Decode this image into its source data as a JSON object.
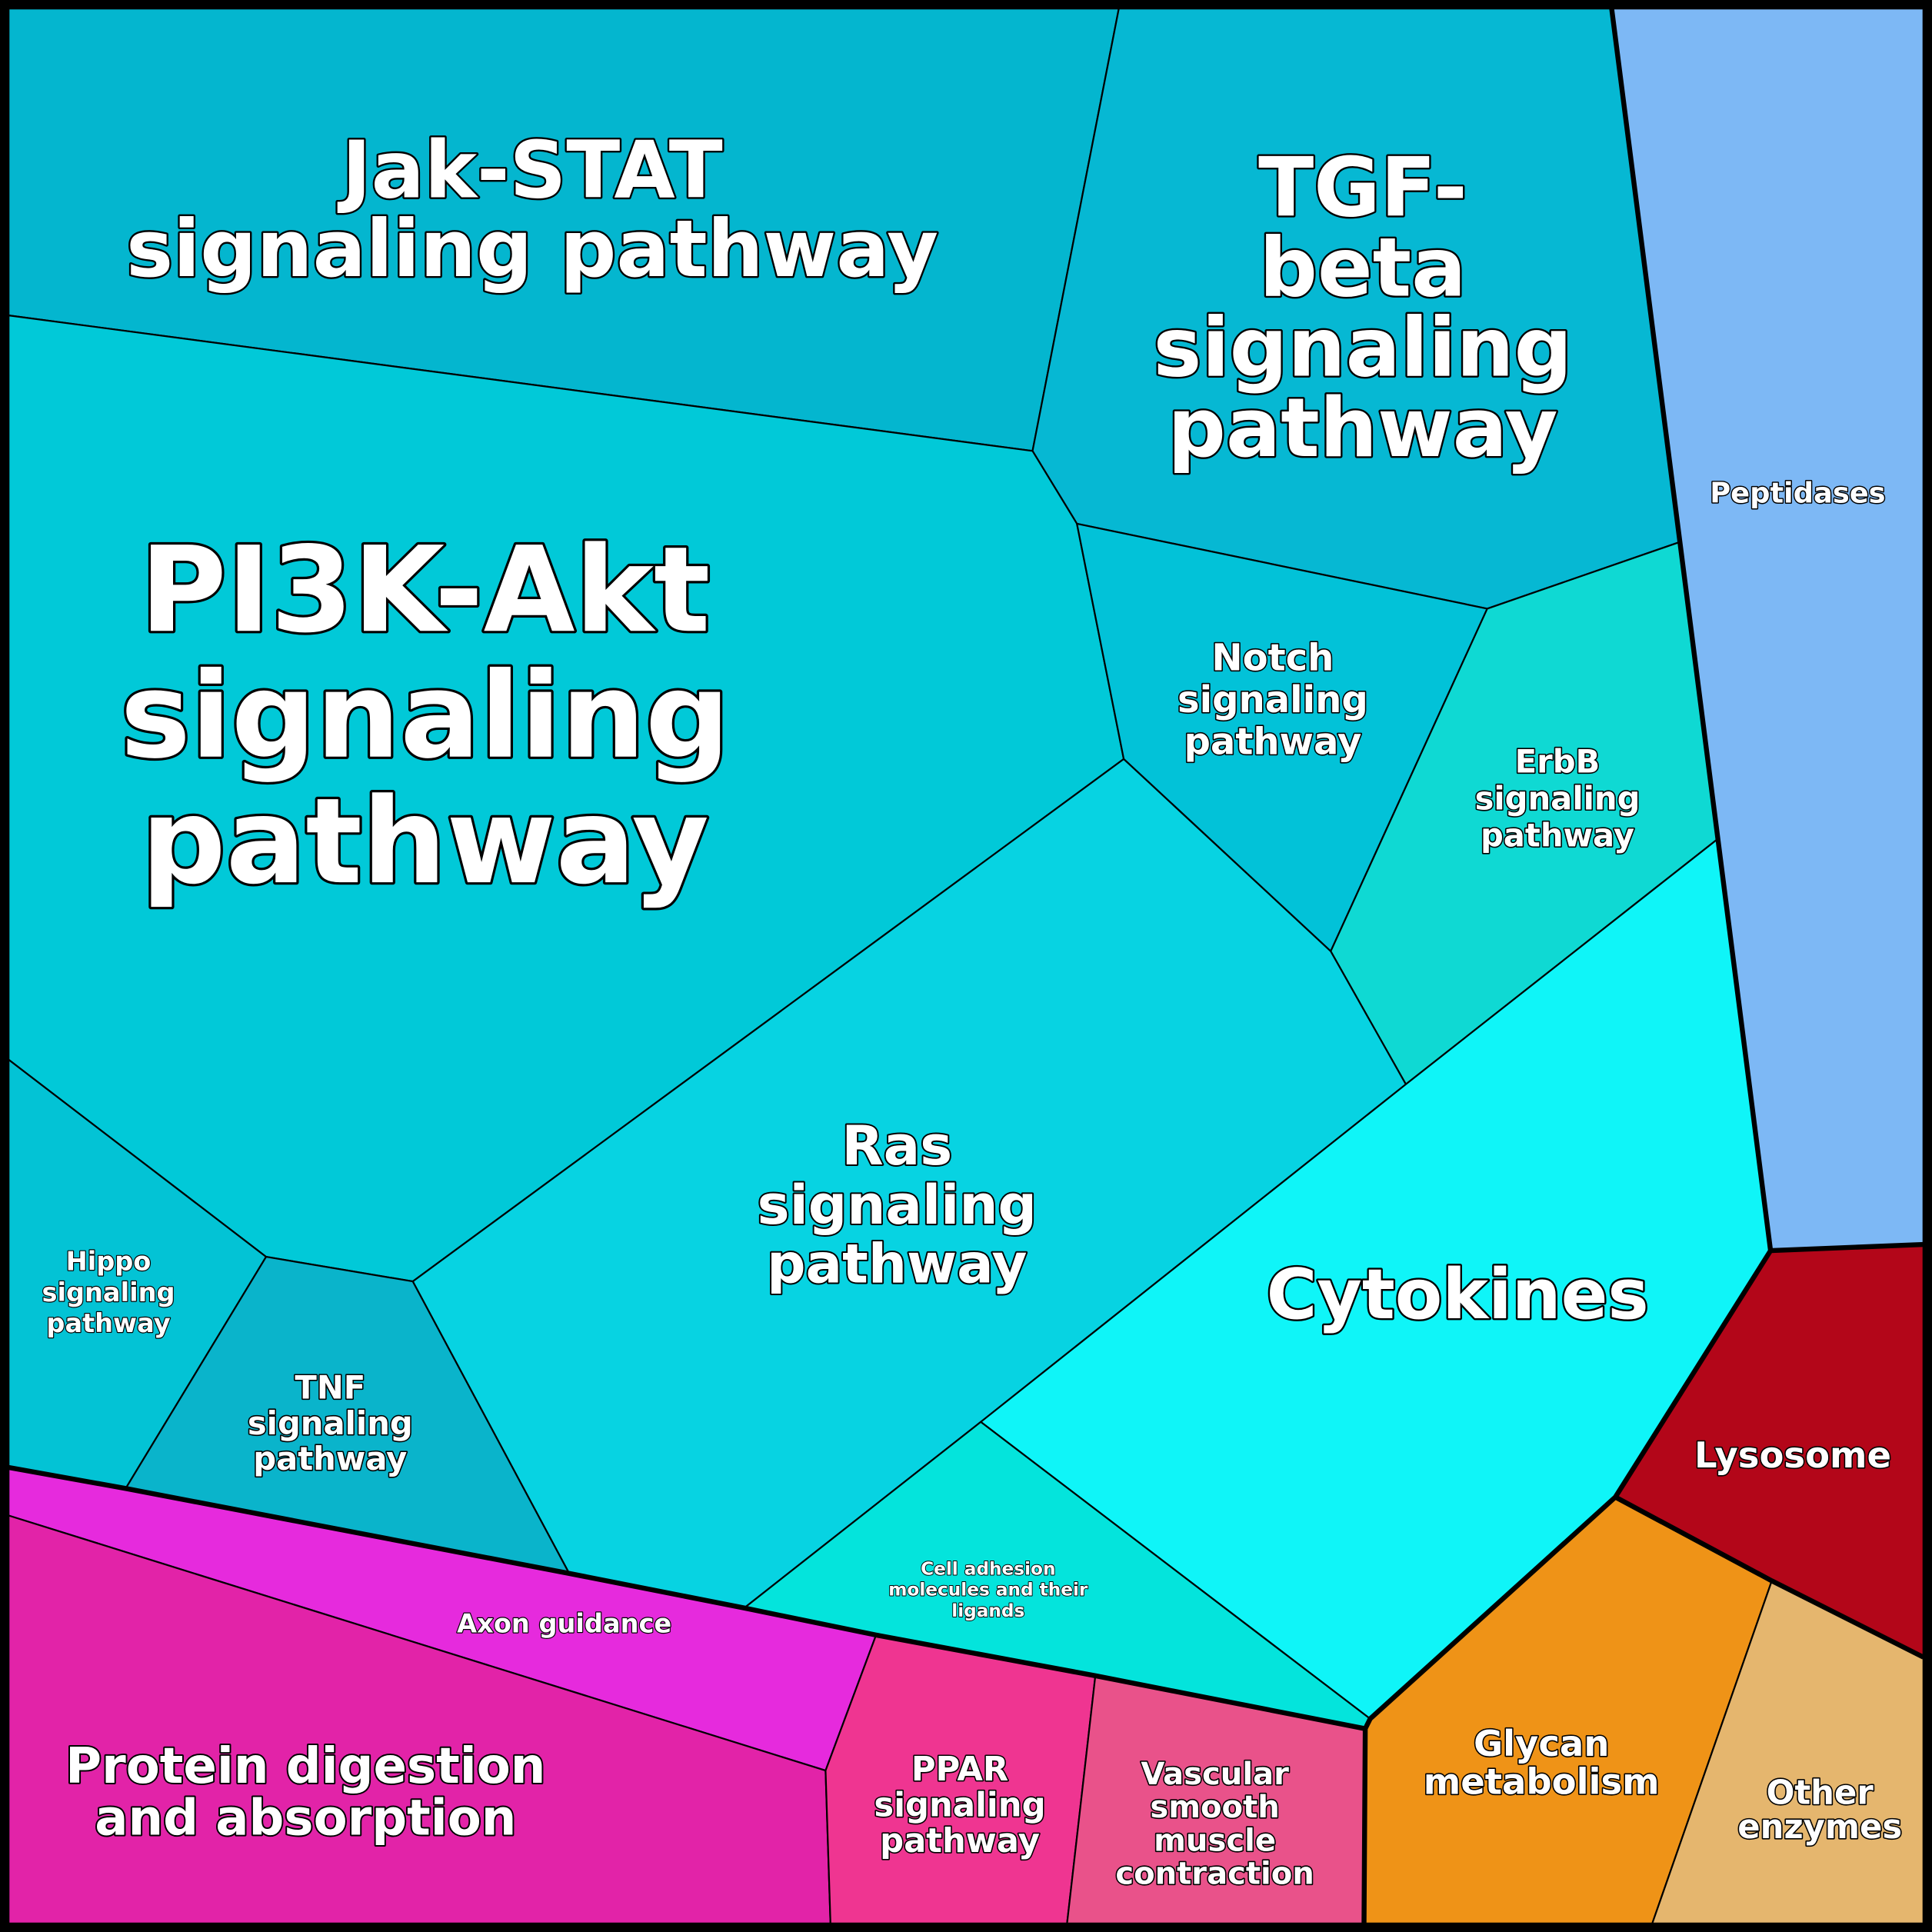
{
  "diagram": {
    "type": "voronoi-treemap",
    "cells": [
      {
        "id": "jak-stat",
        "label": "Jak-STAT signaling pathway",
        "lines": [
          "Jak-STAT",
          "signaling pathway"
        ],
        "color": "#04b6cf"
      },
      {
        "id": "tgf-beta",
        "label": "TGF-beta signaling pathway",
        "lines": [
          "TGF-",
          "beta",
          "signaling",
          "pathway"
        ],
        "color": "#06b8d3"
      },
      {
        "id": "pi3k-akt",
        "label": "PI3K-Akt signaling pathway",
        "lines": [
          "PI3K-Akt",
          "signaling",
          "pathway"
        ],
        "color": "#01c9d8"
      },
      {
        "id": "notch",
        "label": "Notch signaling pathway",
        "lines": [
          "Notch",
          "signaling",
          "pathway"
        ],
        "color": "#02c2d8"
      },
      {
        "id": "erbb",
        "label": "ErbB signaling pathway",
        "lines": [
          "ErbB",
          "signaling",
          "pathway"
        ],
        "color": "#0fd9d3"
      },
      {
        "id": "ras",
        "label": "Ras signaling pathway",
        "lines": [
          "Ras",
          "signaling",
          "pathway"
        ],
        "color": "#07d3e2"
      },
      {
        "id": "hippo",
        "label": "Hippo signaling pathway",
        "lines": [
          "Hippo",
          "signaling",
          "pathway"
        ],
        "color": "#03c3d5"
      },
      {
        "id": "tnf",
        "label": "TNF signaling pathway",
        "lines": [
          "TNF",
          "signaling",
          "pathway"
        ],
        "color": "#0ab4cb"
      },
      {
        "id": "cytokines",
        "label": "Cytokines",
        "lines": [
          "Cytokines"
        ],
        "color": "#0ff5f8"
      },
      {
        "id": "cell-adhesion",
        "label": "Cell adhesion molecules and their ligands",
        "lines": [
          "Cell adhesion",
          "molecules and their",
          "ligands"
        ],
        "color": "#04e4dc"
      },
      {
        "id": "peptidases",
        "label": "Peptidases",
        "lines": [
          "Peptidases"
        ],
        "color": "#7db8f5"
      },
      {
        "id": "lysosome",
        "label": "Lysosome",
        "lines": [
          "Lysosome"
        ],
        "color": "#b30619"
      },
      {
        "id": "glycan",
        "label": "Glycan metabolism",
        "lines": [
          "Glycan",
          "metabolism"
        ],
        "color": "#ef9317"
      },
      {
        "id": "other-enzymes",
        "label": "Other enzymes",
        "lines": [
          "Other",
          "enzymes"
        ],
        "color": "#e5b66e"
      },
      {
        "id": "axon-guidance",
        "label": "Axon guidance",
        "lines": [
          "Axon guidance"
        ],
        "color": "#e62add"
      },
      {
        "id": "protein-digestion",
        "label": "Protein digestion and absorption",
        "lines": [
          "Protein digestion",
          "and absorption"
        ],
        "color": "#e223a8"
      },
      {
        "id": "ppar",
        "label": "PPAR signaling pathway",
        "lines": [
          "PPAR",
          "signaling",
          "pathway"
        ],
        "color": "#ef3591"
      },
      {
        "id": "vascular",
        "label": "Vascular smooth muscle contraction",
        "lines": [
          "Vascular",
          "smooth",
          "muscle",
          "contraction"
        ],
        "color": "#e9528a"
      }
    ]
  }
}
